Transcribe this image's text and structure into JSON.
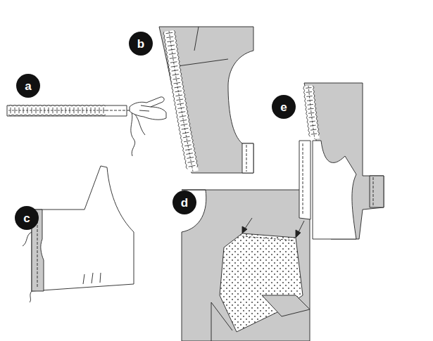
{
  "diagram": {
    "nodes": [
      {
        "text": [
          "a"
        ]
      },
      {
        "text": [
          "b"
        ]
      },
      {
        "text": [
          "c"
        ]
      },
      {
        "text": [
          "d"
        ]
      },
      {
        "text": [
          "e"
        ]
      }
    ]
  }
}
